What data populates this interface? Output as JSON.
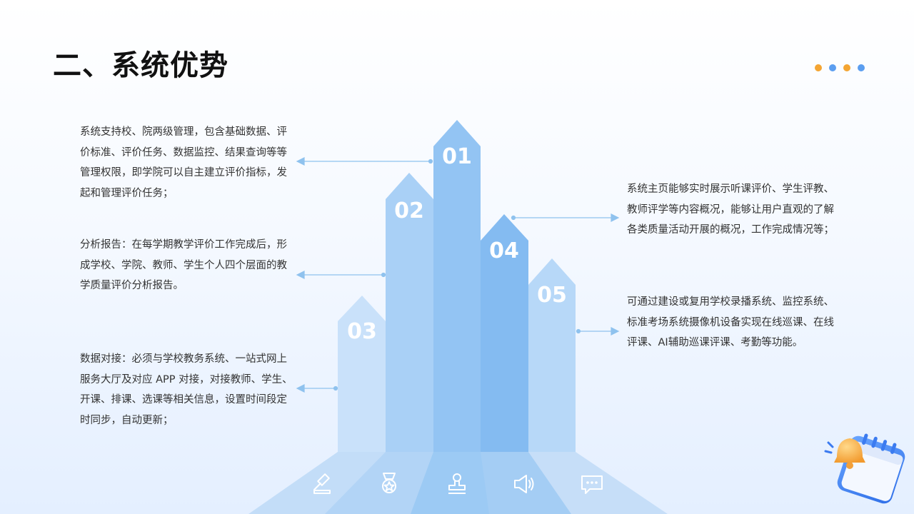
{
  "title": "二、系统优势",
  "colors": {
    "dot_orange": "#f4a533",
    "dot_blue": "#5b9ef0",
    "arrow_light": "#c8e0fa",
    "arrow_mid": "#a7cff5",
    "arrow_strong": "#86bdf2"
  },
  "arrows": [
    {
      "number": "01"
    },
    {
      "number": "02"
    },
    {
      "number": "03"
    },
    {
      "number": "04"
    },
    {
      "number": "05"
    }
  ],
  "left_texts": [
    "系统支持校、院两级管理，包含基础数据、评价标准、评价任务、数据监控、结果查询等等管理权限，即学院可以自主建立评价指标，发起和管理评价任务；",
    "分析报告：在每学期教学评价工作完成后，形成学校、学院、教师、学生个人四个层面的教学质量评价分析报告。",
    "数据对接：必须与学校教务系统、一站式网上服务大厅及对应 APP 对接，对接教师、学生、开课、排课、选课等相关信息，设置时间段定时同步，自动更新；"
  ],
  "right_texts": [
    "系统主页能够实时展示听课评价、学生评教、教师评学等内容概况，能够让用户直观的了解各类质量活动开展的概况，工作完成情况等；",
    "可通过建设或复用学校录播系统、监控系统、标准考场系统摄像机设备实现在线巡课、在线评课、AI辅助巡课评课、考勤等功能。"
  ],
  "footer_icons": [
    "gavel-icon",
    "medal-icon",
    "stamp-icon",
    "speaker-icon",
    "chat-icon"
  ],
  "decoration": "calendar-bell-icon"
}
